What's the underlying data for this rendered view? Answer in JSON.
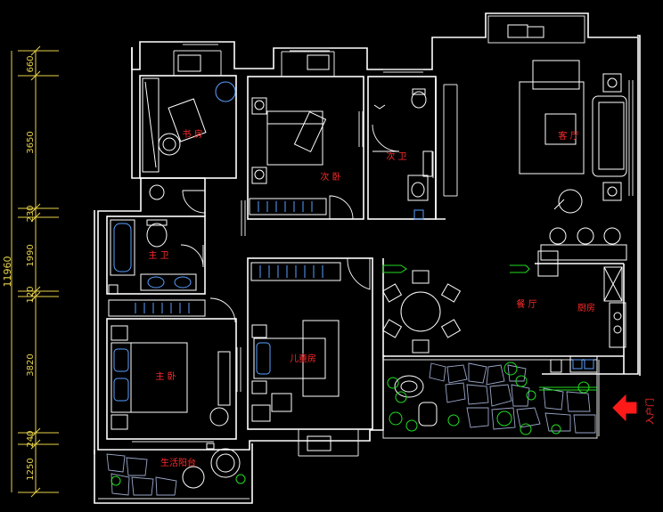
{
  "rooms": {
    "study": "书 房",
    "second_bedroom": "次 卧",
    "second_bath": "次 卫",
    "living_room": "客 厅",
    "master_bath": "主 卫",
    "master_bedroom": "主 卧",
    "kids_room": "儿童房",
    "dining": "餐 厅",
    "kitchen": "厨房",
    "balcony": "生活阳台"
  },
  "entry": "入户门",
  "dimensions": {
    "total": "11960",
    "segments": [
      "660",
      "3650",
      "230",
      "1990",
      "120",
      "3820",
      "240",
      "1250"
    ]
  },
  "colors": {
    "background": "#000000",
    "walls": "#ffffff",
    "labels": "#ff2a2a",
    "dimensions": "#e8d24a",
    "furniture_blue": "#5aa0ff",
    "plants": "#22dd22",
    "entry_arrow": "#ff1a1a"
  }
}
